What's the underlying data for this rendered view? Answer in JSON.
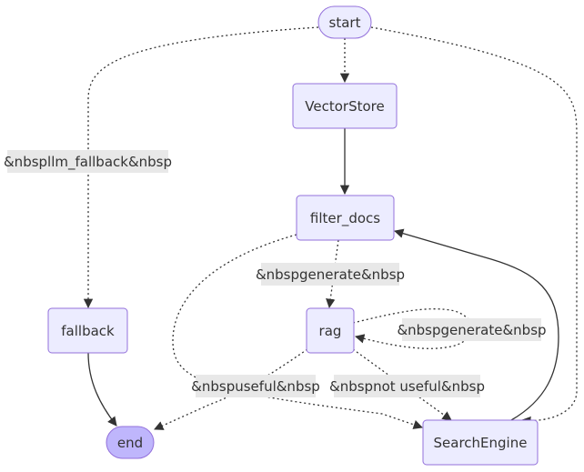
{
  "nodes": {
    "start": "start",
    "vectorstore": "VectorStore",
    "filter_docs": "filter_docs",
    "rag": "rag",
    "fallback": "fallback",
    "end": "end",
    "search_engine": "SearchEngine"
  },
  "edge_labels": {
    "llm_fallback": "&nbspllm_fallback&nbsp",
    "generate_main": "&nbspgenerate&nbsp",
    "generate_loop": "&nbspgenerate&nbsp",
    "useful": "&nbspuseful&nbsp",
    "not_useful": "&nbspnot useful&nbsp"
  },
  "colors": {
    "node_fill": "#ECECFF",
    "node_stroke": "#9370DB",
    "terminal_fill": "#BFB6FC",
    "edge": "#333333",
    "label_bg": "#E8E8E8"
  }
}
